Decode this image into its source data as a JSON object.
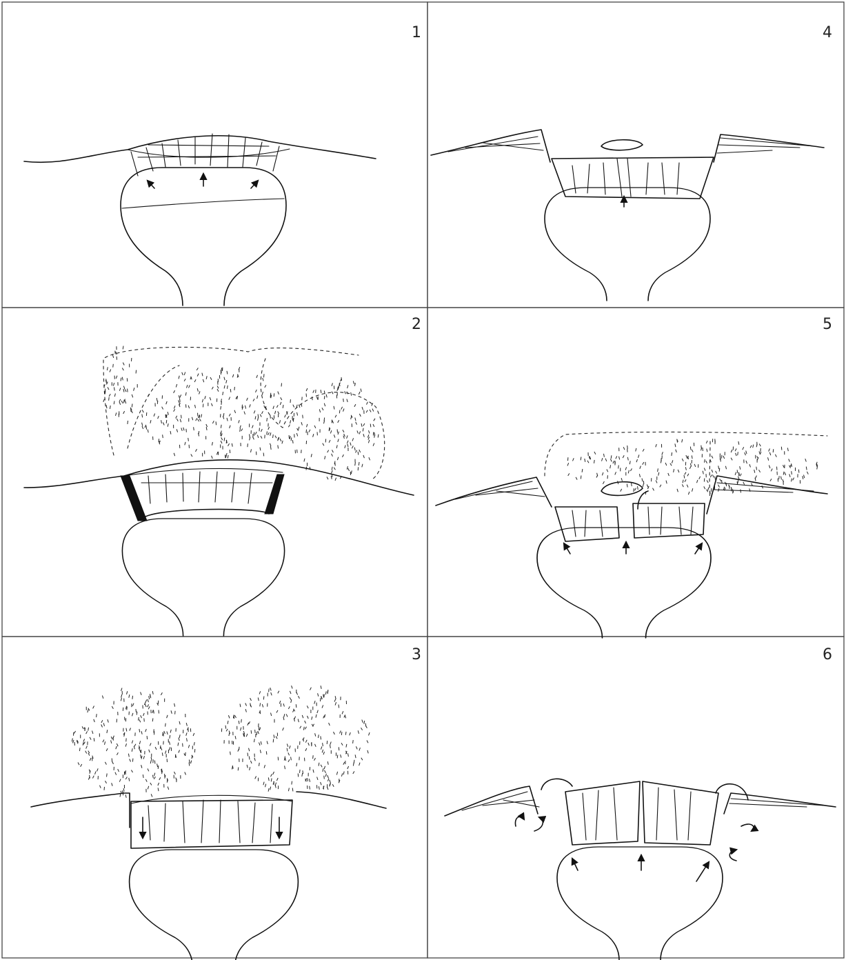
{
  "figure": {
    "panels": [
      {
        "number": "1",
        "stage_icons": [
          "up-arrow-icon",
          "up-arrow-icon",
          "up-arrow-icon"
        ]
      },
      {
        "number": "2",
        "stage_icons": []
      },
      {
        "number": "3",
        "stage_icons": [
          "down-arrow-icon",
          "down-arrow-icon"
        ]
      },
      {
        "number": "4",
        "stage_icons": [
          "up-arrow-icon"
        ]
      },
      {
        "number": "5",
        "stage_icons": [
          "up-arrow-icon",
          "up-arrow-icon",
          "up-arrow-icon"
        ]
      },
      {
        "number": "6",
        "stage_icons": [
          "up-arrow-icon",
          "up-arrow-icon",
          "up-arrow-icon",
          "curved-arrow-icon",
          "curved-arrow-icon"
        ]
      }
    ],
    "colors": {
      "ink": "#111111",
      "paper": "#ffffff",
      "frame": "#444444"
    }
  }
}
